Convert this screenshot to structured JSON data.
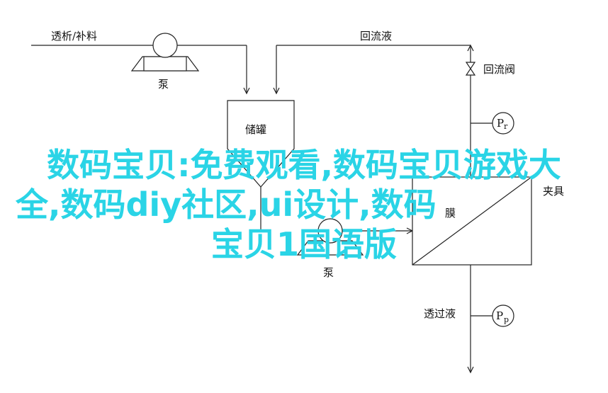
{
  "labels": {
    "feed": "透析/补料",
    "pump1": "泵",
    "return_liquid": "回流液",
    "return_valve": "回流阀",
    "tank": "储罐",
    "pr": "P",
    "pr_sub": "r",
    "clamp": "夹具",
    "membrane": "膜",
    "pump2": "泵",
    "permeate": "透过液",
    "pp": "P",
    "pp_sub": "p"
  },
  "overlay": {
    "line1": "数码宝贝:免费观看,数码宝贝游戏大",
    "line2": "全,数码diy社区,ui设计,数码",
    "line3": "宝贝1国语版"
  },
  "colors": {
    "overlay": "#2ad4e6",
    "line": "#222222"
  }
}
